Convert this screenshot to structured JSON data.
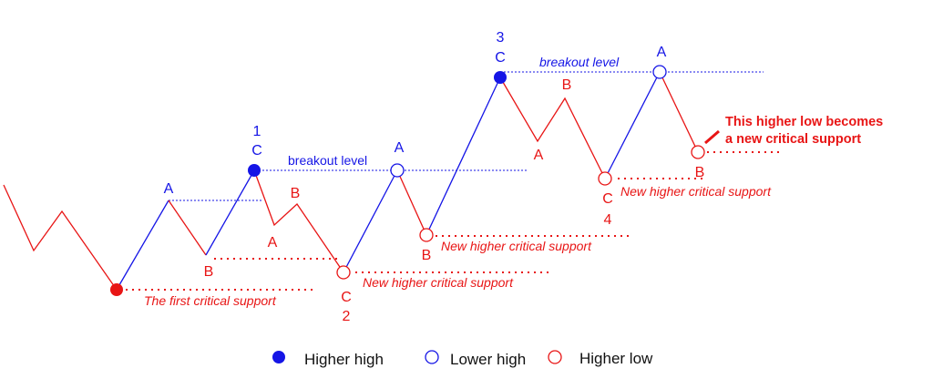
{
  "colors": {
    "blue": "#1515e6",
    "red": "#e81515",
    "background": "#ffffff",
    "text": "#111111"
  },
  "labels": {
    "A": "A",
    "B": "B",
    "C": "C",
    "n1": "1",
    "n2": "2",
    "n3": "3",
    "n4": "4"
  },
  "annotations": {
    "breakout_level": "breakout level",
    "first_support": "The first critical support",
    "new_higher_support": "New higher critical support",
    "callout_line1": "This higher low becomes",
    "callout_line2": "a new critical support"
  },
  "legend": {
    "higher_high": "Higher high",
    "lower_high": "Lower high",
    "higher_low": "Higher low"
  }
}
